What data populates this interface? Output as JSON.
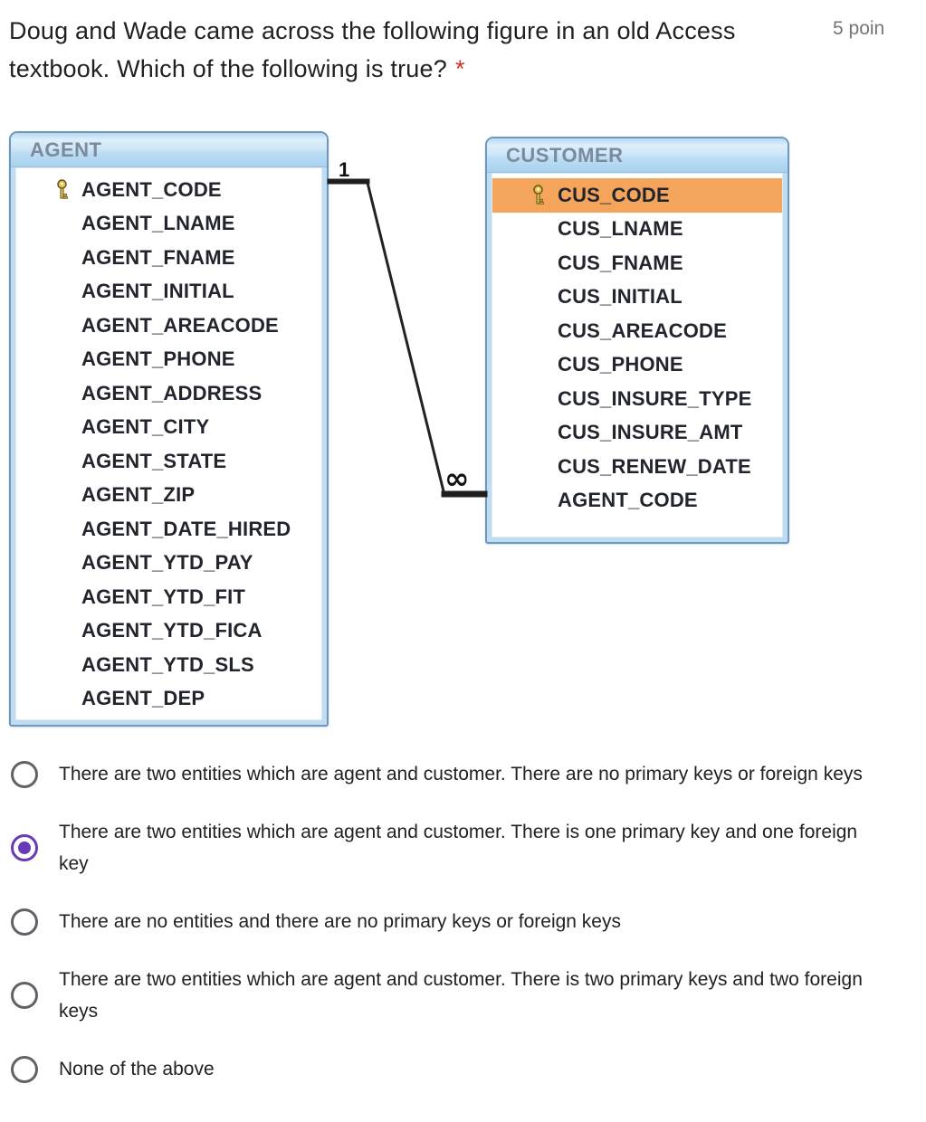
{
  "header": {
    "question": "Doug and Wade came across the following figure in an old Access textbook. Which of the following is true?",
    "required_marker": "*",
    "points_label": "5 poin"
  },
  "diagram": {
    "tables": [
      {
        "name": "AGENT",
        "fields": [
          {
            "label": "AGENT_CODE",
            "key": true
          },
          {
            "label": "AGENT_LNAME"
          },
          {
            "label": "AGENT_FNAME"
          },
          {
            "label": "AGENT_INITIAL"
          },
          {
            "label": "AGENT_AREACODE"
          },
          {
            "label": "AGENT_PHONE"
          },
          {
            "label": "AGENT_ADDRESS"
          },
          {
            "label": "AGENT_CITY"
          },
          {
            "label": "AGENT_STATE"
          },
          {
            "label": "AGENT_ZIP"
          },
          {
            "label": "AGENT_DATE_HIRED"
          },
          {
            "label": "AGENT_YTD_PAY"
          },
          {
            "label": "AGENT_YTD_FIT"
          },
          {
            "label": "AGENT_YTD_FICA"
          },
          {
            "label": "AGENT_YTD_SLS"
          },
          {
            "label": "AGENT_DEP"
          }
        ]
      },
      {
        "name": "CUSTOMER",
        "fields": [
          {
            "label": "CUS_CODE",
            "key": true,
            "highlighted": true
          },
          {
            "label": "CUS_LNAME"
          },
          {
            "label": "CUS_FNAME"
          },
          {
            "label": "CUS_INITIAL"
          },
          {
            "label": "CUS_AREACODE"
          },
          {
            "label": "CUS_PHONE"
          },
          {
            "label": "CUS_INSURE_TYPE"
          },
          {
            "label": "CUS_INSURE_AMT"
          },
          {
            "label": "CUS_RENEW_DATE"
          },
          {
            "label": "AGENT_CODE"
          }
        ]
      }
    ],
    "relationship": {
      "one_label": "1",
      "many_label": "∞"
    }
  },
  "options": [
    {
      "label": "There are two entities which are agent and customer. There are no primary keys or foreign keys",
      "selected": false
    },
    {
      "label": "There are two entities which are agent and customer. There is one primary key and one foreign key",
      "selected": true
    },
    {
      "label": "There are no entities and there are no primary keys or foreign keys",
      "selected": false
    },
    {
      "label": "There are two entities which are agent and customer. There is two primary keys and two foreign keys",
      "selected": false
    },
    {
      "label": "None of the above",
      "selected": false
    }
  ],
  "colors": {
    "accent_purple": "#673ab7",
    "highlight_orange": "#f5a45c",
    "required_red": "#d93025",
    "table_border_blue": "#6d97bd"
  }
}
